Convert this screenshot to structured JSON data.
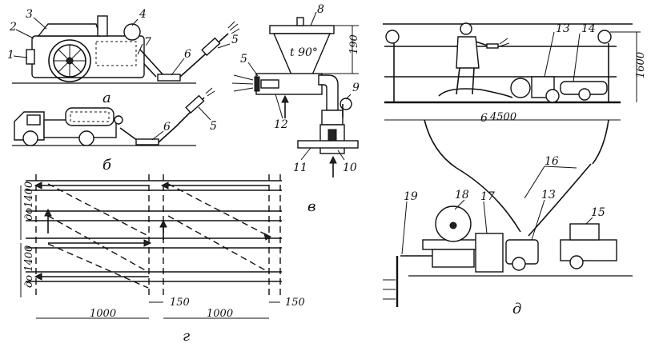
{
  "callouts": {
    "n1": "1",
    "n2": "2",
    "n3": "3",
    "n4": "4",
    "n5": "5",
    "n6": "6",
    "n7": "7",
    "n8": "8",
    "n9": "9",
    "n10": "10",
    "n11": "11",
    "n12": "12",
    "n13": "13",
    "n14": "14",
    "n15": "15",
    "n16": "16",
    "n17": "17",
    "n18": "18",
    "n19": "19"
  },
  "subfigures": {
    "a": "а",
    "b": "б",
    "v": "в",
    "g": "г",
    "d": "д"
  },
  "dimensions": {
    "temp": "t 90°",
    "h190": "190",
    "w4500": "4500",
    "h1600": "1600",
    "do1400_top": "до1400",
    "do1400_bottom": "до 1400",
    "w1000_left": "1000",
    "w1000_right": "1000",
    "w150_mid": "150",
    "w150_right": "150"
  }
}
